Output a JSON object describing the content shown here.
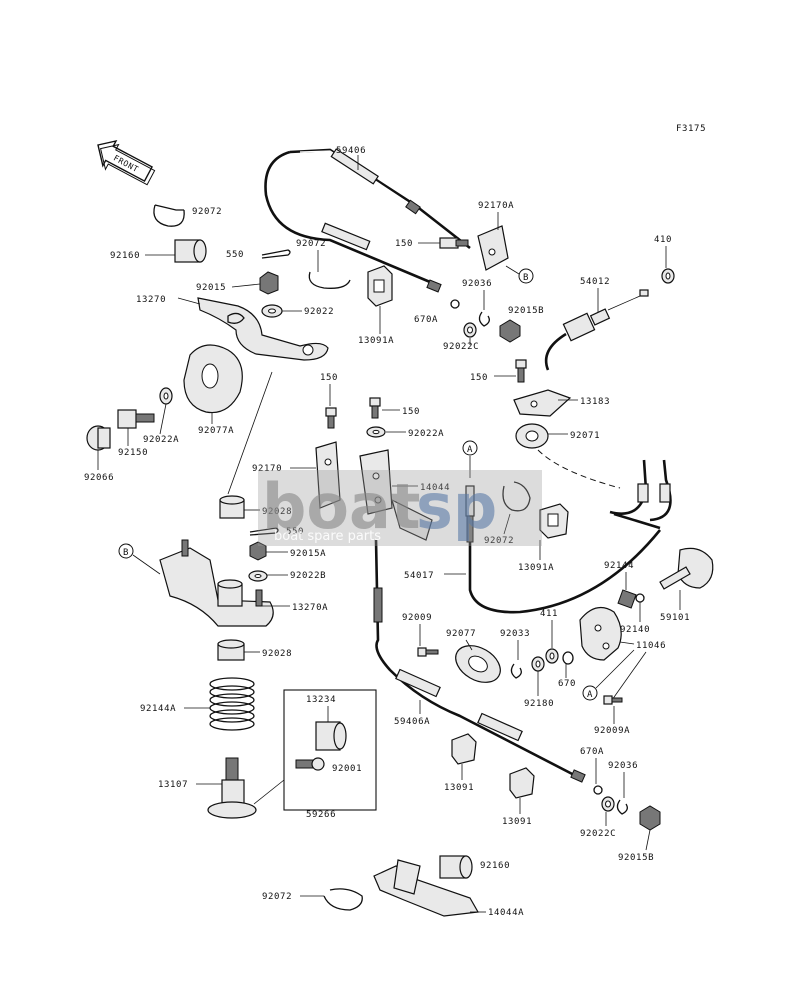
{
  "diagram": {
    "ref_code": "F3175",
    "front_label": "FRONT",
    "watermark": {
      "brand_left": "boat",
      "brand_right": "sp",
      "tagline": "boat spare parts"
    },
    "callouts": {
      "a": "A",
      "b": "B"
    },
    "labels": {
      "l59406_top": "59406",
      "l92170A": "92170A",
      "l150_a": "150",
      "l92036_a": "92036",
      "l92015B_a": "92015B",
      "l92022C_a": "92022C",
      "l670A_a": "670A",
      "l13091A_a": "13091A",
      "l92072_a": "92072",
      "l92160_a": "92160",
      "l550_a": "550",
      "l92072_b": "92072",
      "l92015": "92015",
      "l13270": "13270",
      "l92022": "92022",
      "l92077A": "92077A",
      "l92022A_a": "92022A",
      "l92150": "92150",
      "l92066": "92066",
      "l410": "410",
      "l54012": "54012",
      "l150_b": "150",
      "l13183": "13183",
      "l92071": "92071",
      "l150_c": "150",
      "l150_d": "150",
      "l92022A_b": "92022A",
      "l92170": "92170",
      "l14044": "14044",
      "l92028_a": "92028",
      "l550_b": "550",
      "l92015A": "92015A",
      "l92022B": "92022B",
      "l13270A": "13270A",
      "l92028_b": "92028",
      "l92072_c": "92072",
      "l13091A_b": "13091A",
      "l54017": "54017",
      "l92144": "92144",
      "l59101": "59101",
      "l92140": "92140",
      "l92009": "92009",
      "l92077": "92077",
      "l92033": "92033",
      "l411": "411",
      "l11046": "11046",
      "l670": "670",
      "l92180": "92180",
      "l92009A": "92009A",
      "l59406A": "59406A",
      "l92144A": "92144A",
      "l13234": "13234",
      "l92001": "92001",
      "l13107": "13107",
      "l59266": "59266",
      "l670A_b": "670A",
      "l92036_b": "92036",
      "l13091_a": "13091",
      "l13091_b": "13091",
      "l92022C_b": "92022C",
      "l92015B_b": "92015B",
      "l92160_b": "92160",
      "l92072_d": "92072",
      "l14044A": "14044A"
    }
  }
}
